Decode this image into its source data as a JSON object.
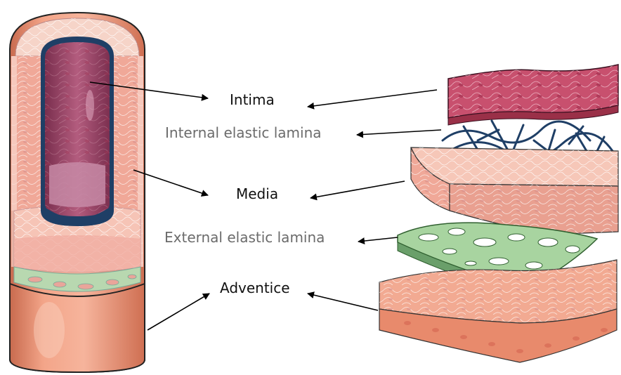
{
  "labels": {
    "intima": "Intima",
    "internal_elastic_lamina": "Internal elastic lamina",
    "media": "Media",
    "external_elastic_lamina": "External elastic lamina",
    "adventice": "Adventice"
  },
  "colors": {
    "intima": "#c8506e",
    "lumen": "#9a3f63",
    "internal_lamina": "#1f3f66",
    "media": "#f2b5a6",
    "external_lamina": "#7fb87f",
    "adventitia": "#e88a6c",
    "cell_lines": "#ffffff",
    "arrow": "#000000"
  }
}
